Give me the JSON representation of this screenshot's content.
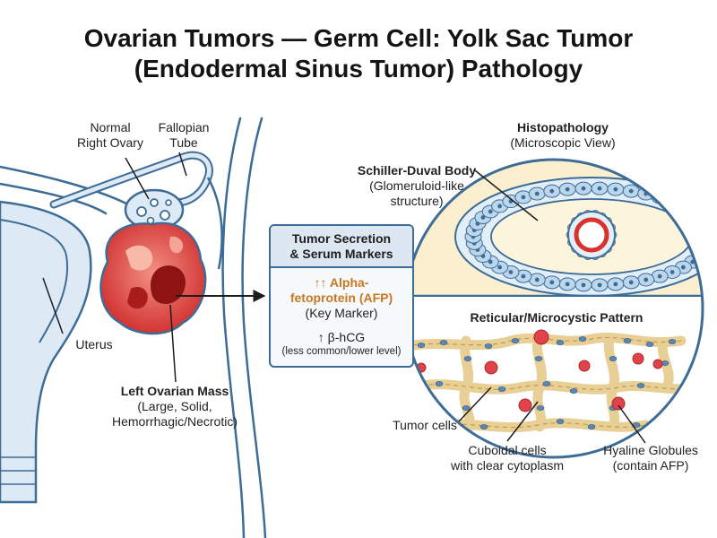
{
  "title": {
    "line1": "Ovarian Tumors — Germ Cell: Yolk Sac Tumor",
    "line2": "(Endodermal Sinus Tumor) Pathology"
  },
  "anatomy": {
    "normal_ovary": {
      "line1": "Normal",
      "line2": "Right Ovary"
    },
    "fallopian_tube": {
      "line1": "Fallopian",
      "line2": "Tube"
    },
    "uterus": "Uterus",
    "mass": {
      "title": "Left Ovarian Mass",
      "line1": "(Large, Solid,",
      "line2": "Hemorrhagic/Necrotic)"
    }
  },
  "markers_box": {
    "heading_line1": "Tumor Secretion",
    "heading_line2": "& Serum Markers",
    "afp_line1": "↑↑ Alpha-",
    "afp_line2": "fetoprotein (AFP)",
    "afp_note": "(Key Marker)",
    "hcg": "↑ β-hCG",
    "hcg_note": "(less common/lower level)"
  },
  "histopathology": {
    "title": "Histopathology",
    "subtitle": "(Microscopic View)",
    "schiller": {
      "title": "Schiller-Duval Body",
      "line1": "(Glomeruloid-like",
      "line2": "structure)"
    },
    "pattern": "Reticular/Microcystic Pattern",
    "tumor_cells": "Tumor cells",
    "cuboidal": {
      "line1": "Cuboidal cells",
      "line2": "with clear cytoplasm"
    },
    "hyaline": {
      "line1": "Hyaline Globules",
      "line2": "(contain AFP)"
    }
  },
  "colors": {
    "outline": "#3d6c96",
    "mass_red": "#d9312c",
    "afp_orange": "#c9781f",
    "histo_bg": "#fbefd0",
    "cell_blue": "#bcd6ec",
    "globule_red": "#e0434a"
  }
}
